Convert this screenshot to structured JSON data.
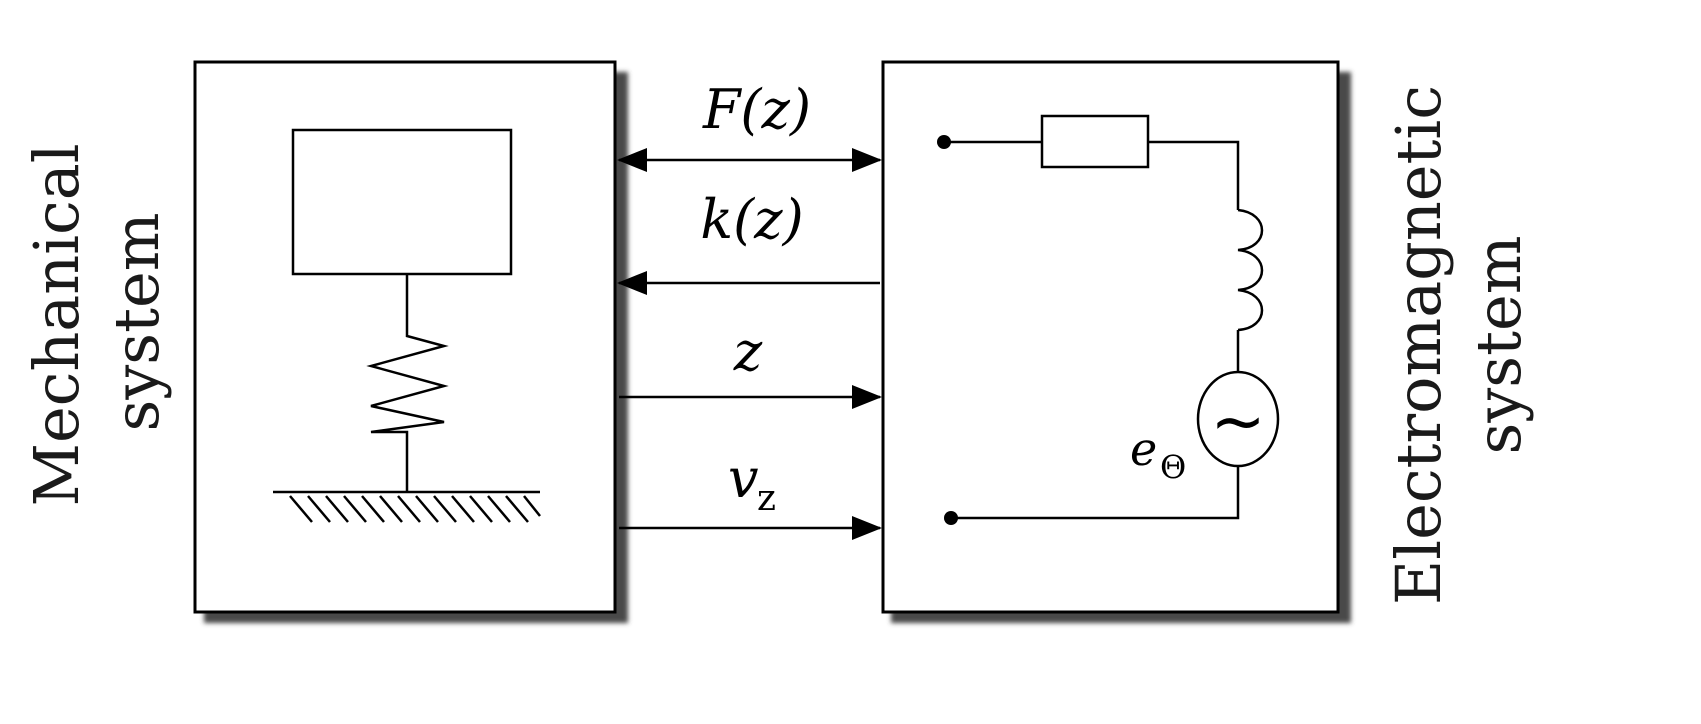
{
  "left_system": {
    "line1": "Mechanical",
    "line2": "system"
  },
  "right_system": {
    "line1": "Electromagnetic",
    "line2": "system"
  },
  "signals": {
    "force": "F(z)",
    "stiffness": "k(z)",
    "position": "z",
    "velocity": {
      "main": "v",
      "sub": "z"
    }
  },
  "source": {
    "main": "e",
    "sub": "Θ",
    "symbol": "~"
  },
  "colors": {
    "line": "#000000",
    "shadow": "#6e6e6e",
    "text": "#1a1a1a"
  }
}
